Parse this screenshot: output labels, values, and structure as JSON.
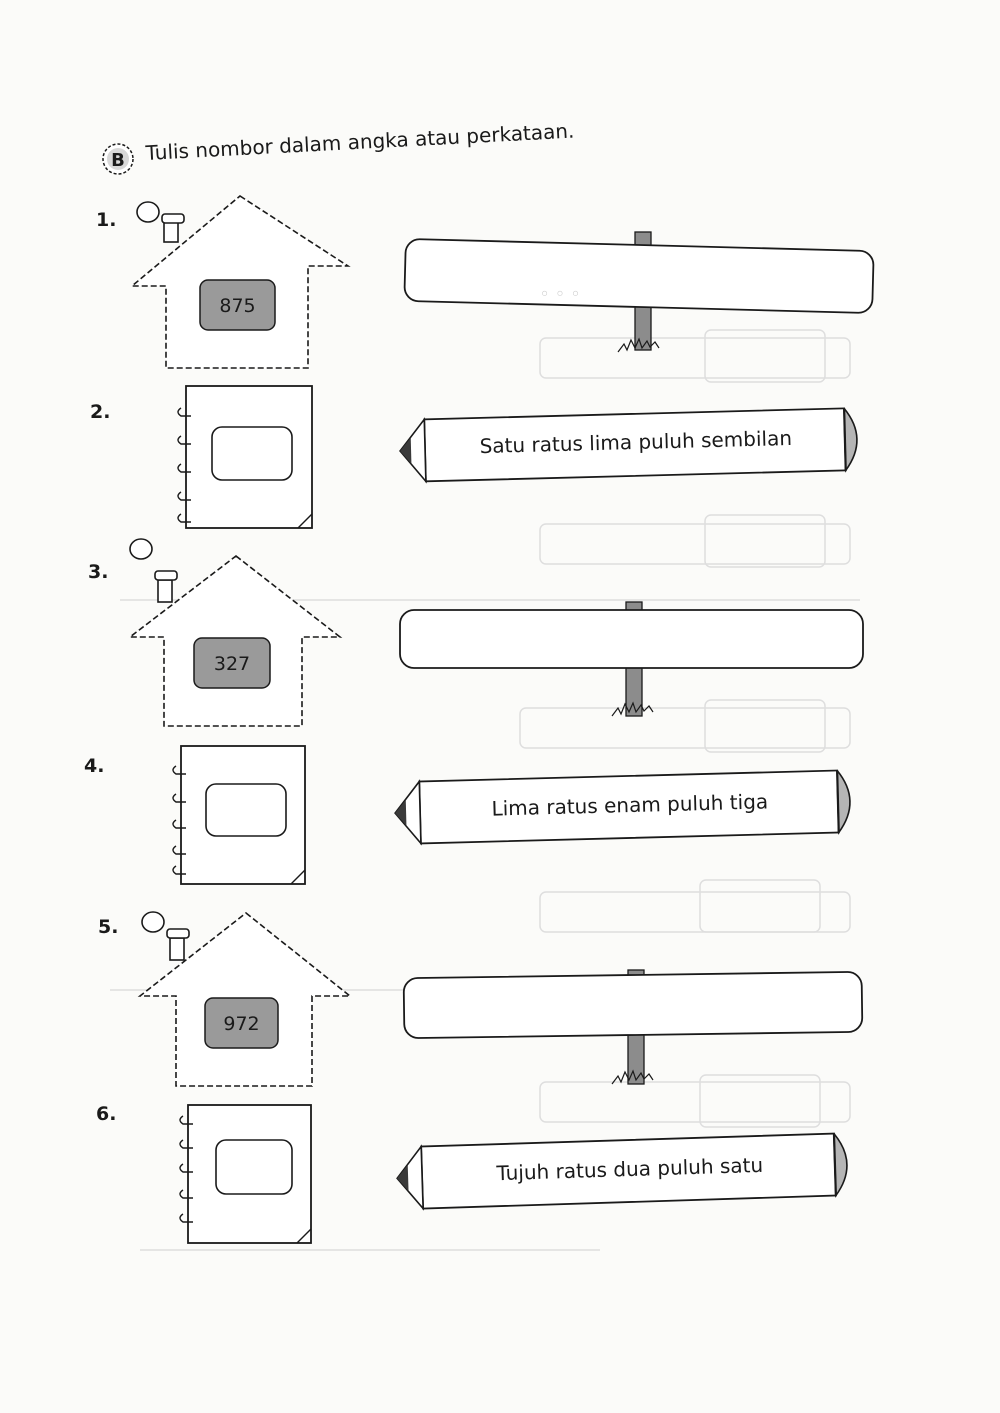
{
  "section": {
    "badge": "B",
    "instruction": "Tulis nombor dalam angka atau perkataan."
  },
  "items": [
    {
      "number": "1.",
      "shape": "house",
      "value": "875"
    },
    {
      "number": "2.",
      "shape": "notebook",
      "words": "Satu ratus lima puluh sembilan"
    },
    {
      "number": "3.",
      "shape": "house",
      "value": "327"
    },
    {
      "number": "4.",
      "shape": "notebook",
      "words": "Lima ratus enam puluh tiga"
    },
    {
      "number": "5.",
      "shape": "house",
      "value": "972"
    },
    {
      "number": "6.",
      "shape": "notebook",
      "words": "Tujuh ratus dua puluh satu"
    }
  ],
  "colors": {
    "ink": "#1a1a1a",
    "house_box": "#9a9a9a",
    "post": "#8c8c8c",
    "ghost_text": "#c8c8c8"
  }
}
